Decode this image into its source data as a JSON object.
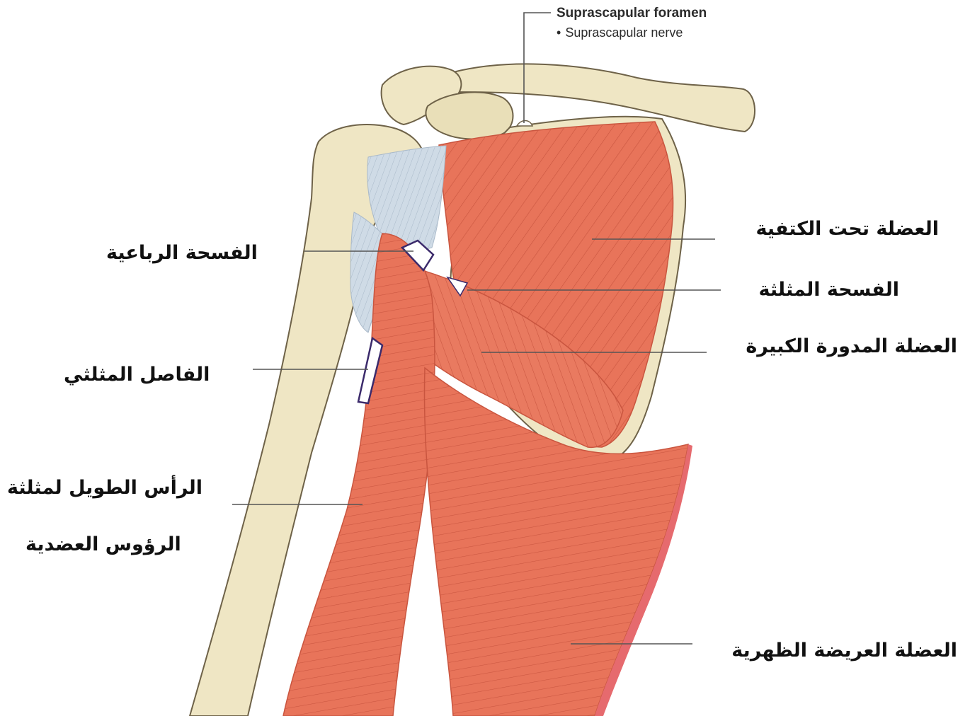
{
  "figure": {
    "foramen": {
      "title": "Suprascapular foramen",
      "bullet": "•",
      "subitem": "Suprascapular nerve"
    },
    "labels": {
      "subscapularis": "العضلة تحت الكتفية",
      "triangular_space": "الفسحة المثلثة",
      "teres_major": "العضلة المدورة الكبيرة",
      "latissimus_dorsi": "العضلة العريضة الظهرية",
      "quadrangular_space": "الفسحة الرباعية",
      "triangular_interval": "الفاصل المثلثي",
      "long_head_line1": "الرأس الطويل لمثلثة",
      "long_head_line2": "الرؤوس العضدية"
    },
    "colors": {
      "muscle": "#e8745a",
      "muscle_dark": "#c9553f",
      "bone": "#efe6c4",
      "bone_outline": "#6e6248",
      "tendon": "#c8d6e2",
      "leader": "#555555",
      "space_outline": "#3b2a6b"
    }
  }
}
